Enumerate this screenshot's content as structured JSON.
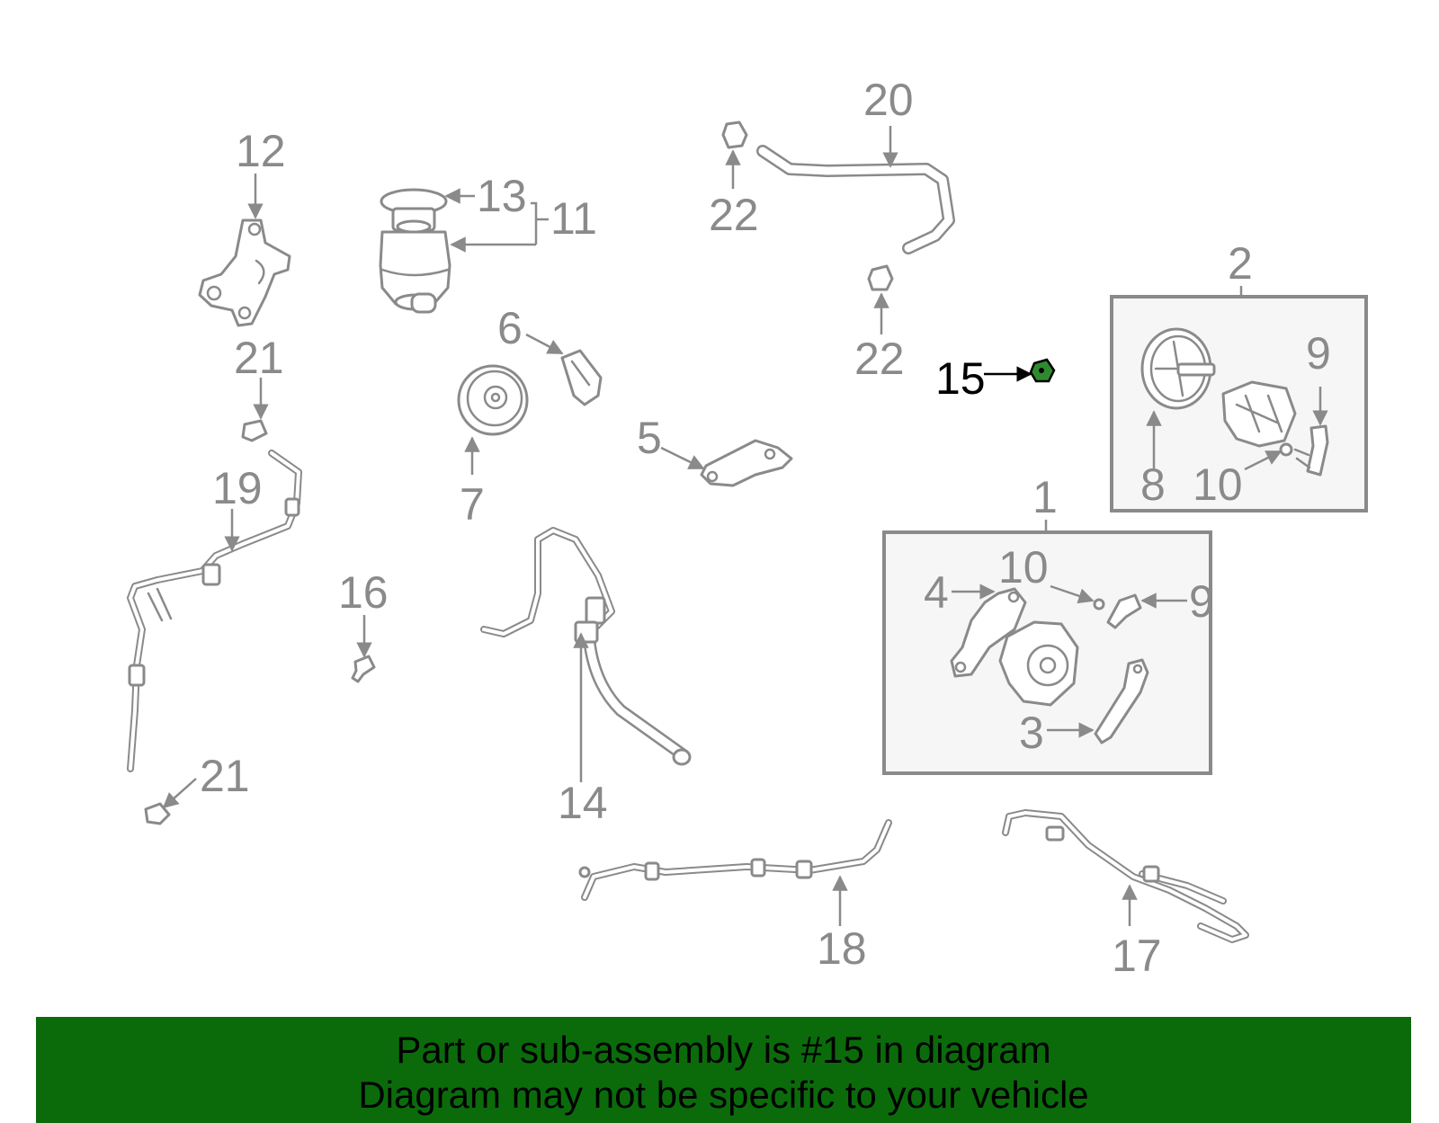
{
  "diagram": {
    "callouts": {
      "c1": "1",
      "c2": "2",
      "c3": "3",
      "c4": "4",
      "c5": "5",
      "c6": "6",
      "c7": "7",
      "c8": "8",
      "c9a": "9",
      "c9b": "9",
      "c10a": "10",
      "c10b": "10",
      "c11": "11",
      "c12": "12",
      "c13": "13",
      "c14": "14",
      "c15": "15",
      "c16": "16",
      "c17": "17",
      "c18": "18",
      "c19": "19",
      "c20": "20",
      "c21a": "21",
      "c21b": "21",
      "c22a": "22",
      "c22b": "22"
    },
    "highlighted_part": "15",
    "colors": {
      "highlight": "#0b6b0b",
      "parts": "#8a8a8a",
      "banner": "#0b6b0b"
    }
  },
  "banner": {
    "line1": "Part or sub-assembly is #15 in diagram",
    "line2": "Diagram may not be specific to your vehicle"
  }
}
